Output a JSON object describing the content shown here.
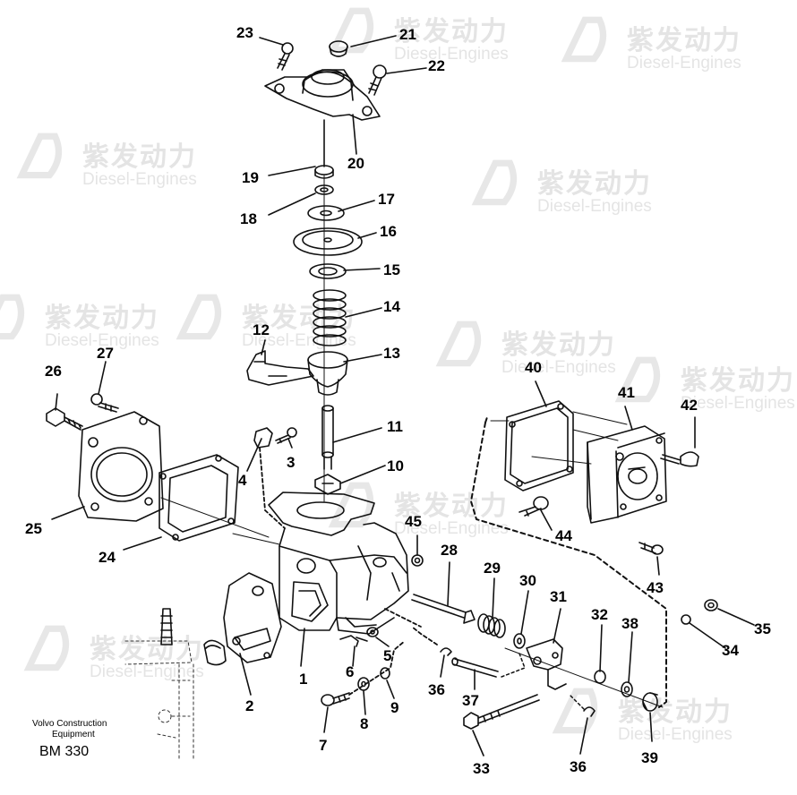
{
  "watermark": {
    "cn": "紫发动力",
    "en": "Diesel-Engines"
  },
  "credit": {
    "line1": "Volvo Construction",
    "line2": "Equipment",
    "code": "BM 330"
  },
  "callouts": [
    "1",
    "2",
    "3",
    "4",
    "5",
    "6",
    "7",
    "8",
    "9",
    "10",
    "11",
    "12",
    "13",
    "14",
    "15",
    "16",
    "17",
    "18",
    "19",
    "20",
    "21",
    "22",
    "23",
    "24",
    "25",
    "26",
    "27",
    "28",
    "29",
    "30",
    "31",
    "32",
    "33",
    "34",
    "35",
    "36",
    "36",
    "37",
    "38",
    "39",
    "40",
    "41",
    "42",
    "43",
    "44",
    "45"
  ]
}
